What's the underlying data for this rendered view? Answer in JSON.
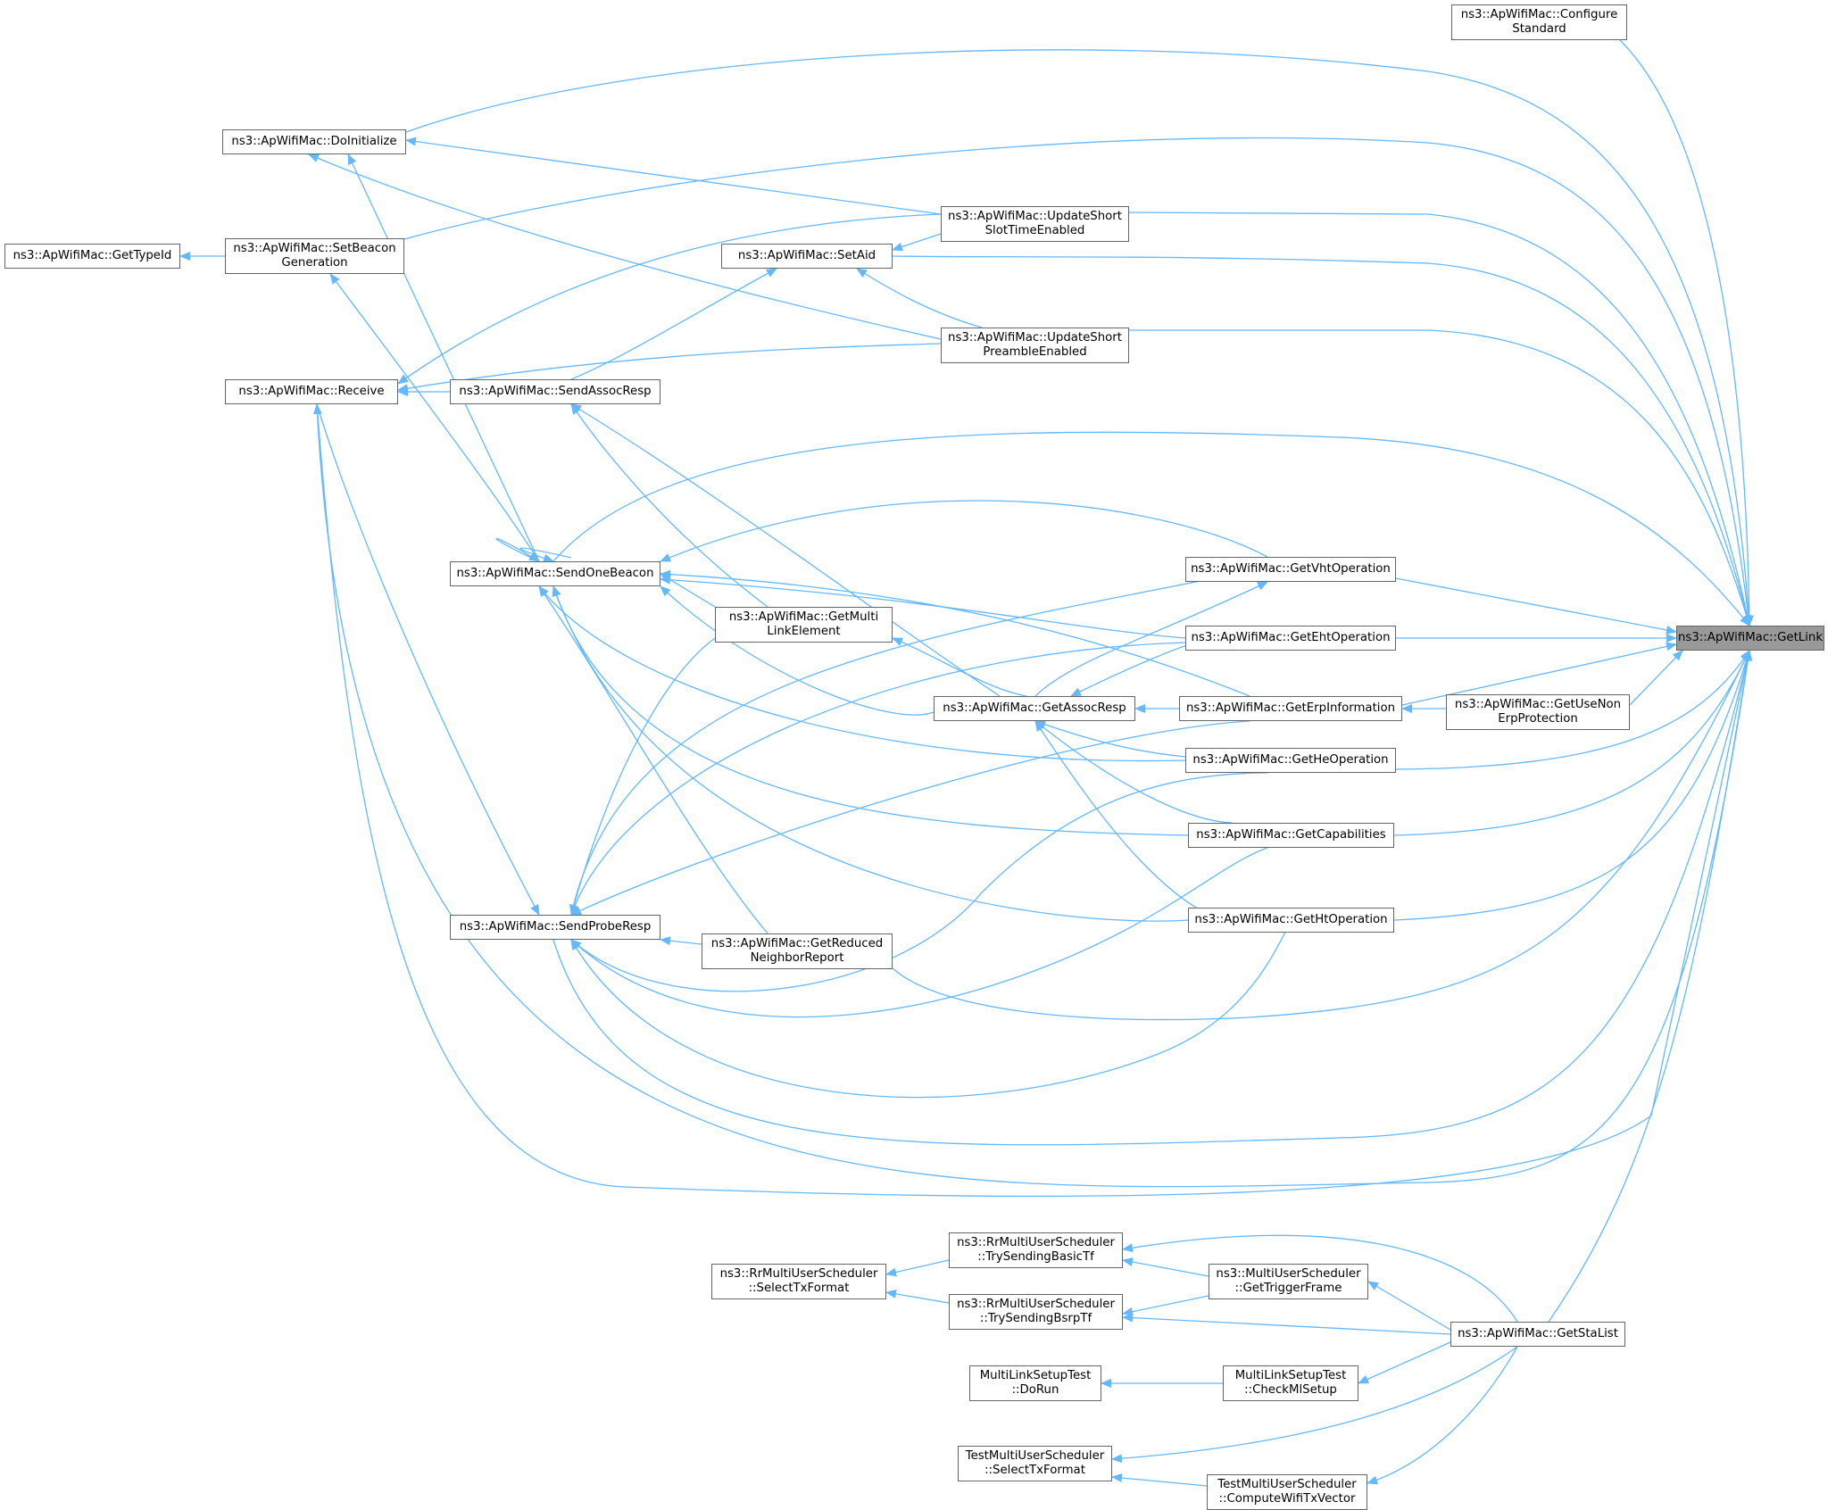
{
  "graph": {
    "edge_color": "#63b8ff",
    "root_fill": "#999999",
    "node_border": "#666666",
    "nodes": {
      "getlink": {
        "lines": [
          "ns3::ApWifiMac::GetLink"
        ],
        "root": true
      },
      "configure": {
        "lines": [
          "ns3::ApWifiMac::Configure",
          "Standard"
        ]
      },
      "doinit": {
        "lines": [
          "ns3::ApWifiMac::DoInitialize"
        ]
      },
      "gettypeid": {
        "lines": [
          "ns3::ApWifiMac::GetTypeId"
        ]
      },
      "setbeacon": {
        "lines": [
          "ns3::ApWifiMac::SetBeacon",
          "Generation"
        ]
      },
      "updslot": {
        "lines": [
          "ns3::ApWifiMac::UpdateShort",
          "SlotTimeEnabled"
        ]
      },
      "setaid": {
        "lines": [
          "ns3::ApWifiMac::SetAid"
        ]
      },
      "updpre": {
        "lines": [
          "ns3::ApWifiMac::UpdateShort",
          "PreambleEnabled"
        ]
      },
      "receive": {
        "lines": [
          "ns3::ApWifiMac::Receive"
        ]
      },
      "sendassoc": {
        "lines": [
          "ns3::ApWifiMac::SendAssocResp"
        ]
      },
      "sendbeacon": {
        "lines": [
          "ns3::ApWifiMac::SendOneBeacon"
        ]
      },
      "getvht": {
        "lines": [
          "ns3::ApWifiMac::GetVhtOperation"
        ]
      },
      "getmulti": {
        "lines": [
          "ns3::ApWifiMac::GetMulti",
          "LinkElement"
        ]
      },
      "geteht": {
        "lines": [
          "ns3::ApWifiMac::GetEhtOperation"
        ]
      },
      "getassoc": {
        "lines": [
          "ns3::ApWifiMac::GetAssocResp"
        ]
      },
      "geterp": {
        "lines": [
          "ns3::ApWifiMac::GetErpInformation"
        ]
      },
      "getusenon": {
        "lines": [
          "ns3::ApWifiMac::GetUseNon",
          "ErpProtection"
        ]
      },
      "gethe": {
        "lines": [
          "ns3::ApWifiMac::GetHeOperation"
        ]
      },
      "getcap": {
        "lines": [
          "ns3::ApWifiMac::GetCapabilities"
        ]
      },
      "sendprobe": {
        "lines": [
          "ns3::ApWifiMac::SendProbeResp"
        ]
      },
      "getreduced": {
        "lines": [
          "ns3::ApWifiMac::GetReduced",
          "NeighborReport"
        ]
      },
      "getht": {
        "lines": [
          "ns3::ApWifiMac::GetHtOperation"
        ]
      },
      "trybasic": {
        "lines": [
          "ns3::RrMultiUserScheduler",
          "::TrySendingBasicTf"
        ]
      },
      "selecttx": {
        "lines": [
          "ns3::RrMultiUserScheduler",
          "::SelectTxFormat"
        ]
      },
      "gettrigger": {
        "lines": [
          "ns3::MultiUserScheduler",
          "::GetTriggerFrame"
        ]
      },
      "trybsrp": {
        "lines": [
          "ns3::RrMultiUserScheduler",
          "::TrySendingBsrpTf"
        ]
      },
      "getstalist": {
        "lines": [
          "ns3::ApWifiMac::GetStaList"
        ]
      },
      "mldorun": {
        "lines": [
          "MultiLinkSetupTest",
          "::DoRun"
        ]
      },
      "mlcheck": {
        "lines": [
          "MultiLinkSetupTest",
          "::CheckMlSetup"
        ]
      },
      "tmselect": {
        "lines": [
          "TestMultiUserScheduler",
          "::SelectTxFormat"
        ]
      },
      "tmcompute": {
        "lines": [
          "TestMultiUserScheduler",
          "::ComputeWifiTxVector"
        ]
      }
    }
  }
}
